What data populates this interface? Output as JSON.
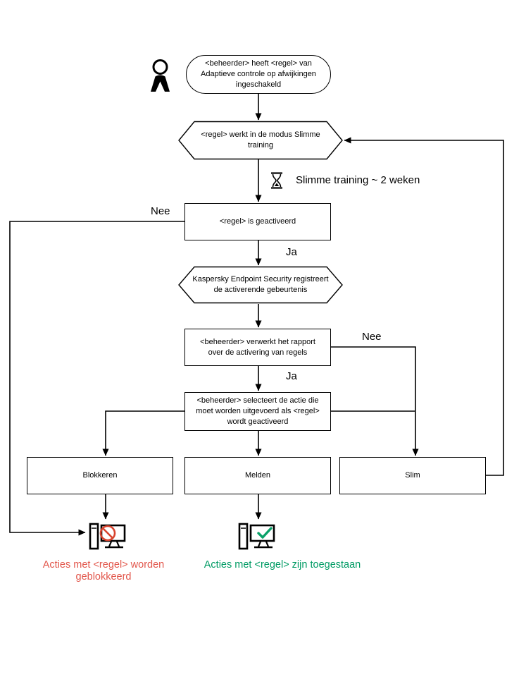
{
  "diagram": {
    "title": "Adaptive Anomaly Control rule flow (Dutch)",
    "nodes": {
      "start": "<beheerder> heeft <regel> van Adaptieve controle op afwijkingen ingeschakeld",
      "training_mode": "<regel> werkt in de modus Slimme training",
      "rule_triggered": "<regel> is geactiveerd",
      "registers_event": "Kaspersky Endpoint Security registreert de activerende gebeurtenis",
      "process_report": "<beheerder> verwerkt het rapport over de activering van regels",
      "select_action": "<beheerder> selecteert de actie die moet worden uitgevoerd als <regel> wordt geactiveerd",
      "action_block": "Blokkeren",
      "action_notify": "Melden",
      "action_smart": "Slim"
    },
    "labels": {
      "nee_left": "Nee",
      "ja_first": "Ja",
      "nee_right": "Nee",
      "ja_second": "Ja",
      "training_duration": "Slimme training ~ 2 weken"
    },
    "outcomes": {
      "blocked": "Acties met <regel> worden geblokkeerd",
      "allowed": "Acties met <regel> zijn toegestaan"
    },
    "colors": {
      "line": "#000000",
      "shape_fill": "#ffffff",
      "blocked_text": "#e2574c",
      "allowed_text": "#009b64",
      "prohibition_icon": "#d8442f",
      "check_icon": "#0aa169"
    },
    "icons": [
      "person-icon",
      "hourglass-icon",
      "computer-blocked-icon",
      "prohibition-icon",
      "computer-allowed-icon",
      "checkmark-icon"
    ]
  }
}
